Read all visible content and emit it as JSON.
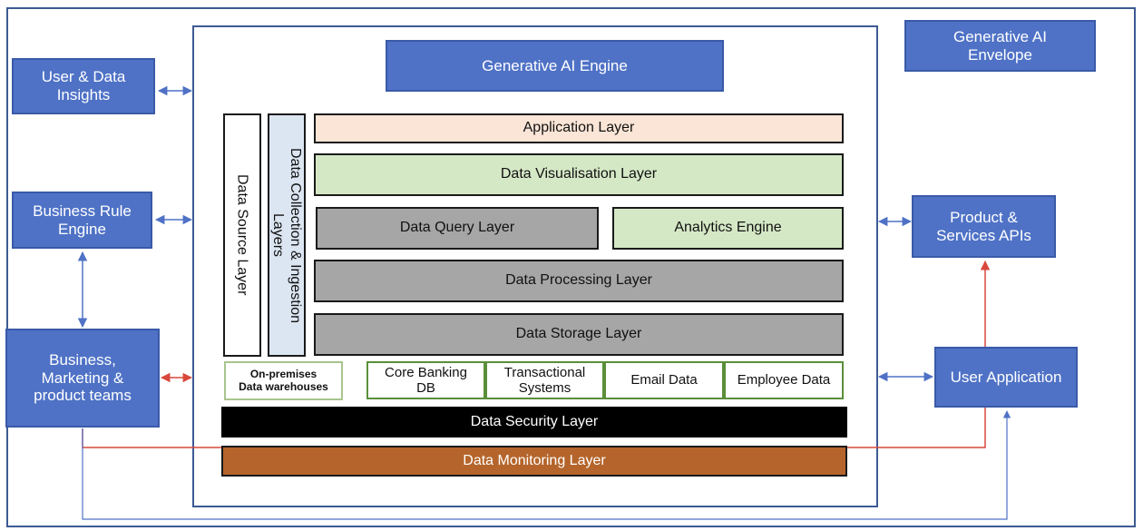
{
  "diagram": {
    "outer_frame_color": "#3d5a93",
    "accent_blue": "#4f72c6",
    "arrow_blue": "#4f72c6",
    "arrow_red": "#d9483b",
    "left_boxes": {
      "user_data_insights": "User & Data\nInsights",
      "business_rule_engine": "Business Rule\nEngine",
      "business_marketing_teams": "Business,\nMarketing &\nproduct teams"
    },
    "right_boxes": {
      "generative_ai_envelope": "Generative AI\nEnvelope",
      "product_services_apis": "Product &\nServices APIs",
      "user_application": "User Application"
    },
    "engine": {
      "title": "Generative AI Engine"
    },
    "vertical_layers": {
      "data_source_layer": "Data Source Layer",
      "data_collection_ingestion": "Data Collection & Ingestion\nLayers"
    },
    "layers": {
      "application": {
        "label": "Application Layer",
        "color": "#fbe5d6"
      },
      "data_visualisation": {
        "label": "Data Visualisation Layer",
        "color": "#d5e8c6"
      },
      "data_query": {
        "label": "Data Query Layer",
        "color": "#a6a6a6"
      },
      "analytics_engine": {
        "label": "Analytics Engine",
        "color": "#d5e8c6"
      },
      "data_processing": {
        "label": "Data Processing Layer",
        "color": "#a6a6a6"
      },
      "data_storage": {
        "label": "Data Storage Layer",
        "color": "#a6a6a6"
      },
      "data_security": {
        "label": "Data Security Layer",
        "color": "#000000"
      },
      "data_monitoring": {
        "label": "Data Monitoring Layer",
        "color": "#b5652b"
      }
    },
    "data_sources": [
      "On-premises\nData warehouses",
      "Core Banking\nDB",
      "Transactional\nSystems",
      "Email Data",
      "Employee Data"
    ]
  }
}
